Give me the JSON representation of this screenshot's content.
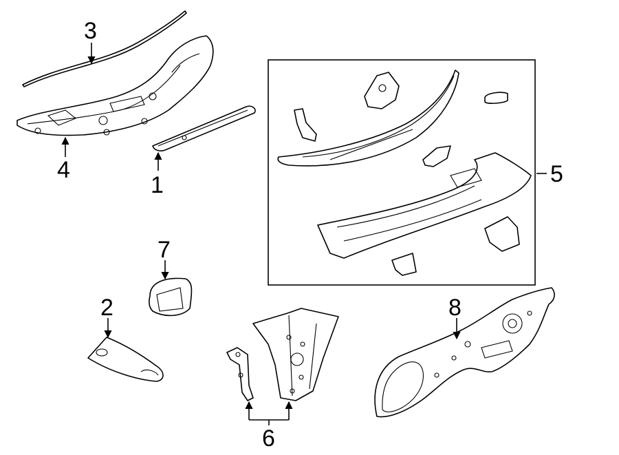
{
  "callouts": {
    "c1": "1",
    "c2": "2",
    "c3": "3",
    "c4": "4",
    "c5": "5",
    "c6": "6",
    "c7": "7",
    "c8": "8"
  },
  "icons": {
    "arrow": "arrowhead-icon"
  }
}
